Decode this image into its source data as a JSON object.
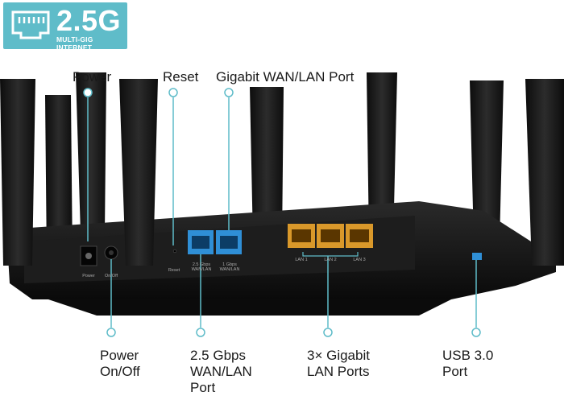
{
  "badge": {
    "value": "2.5G",
    "caption": "MULTI-GIG INTERNET",
    "icon": "ethernet-port-icon"
  },
  "callouts": {
    "top": {
      "power": "Power",
      "reset": "Reset",
      "wan_lan": "Gigabit WAN/LAN Port"
    },
    "bottom": {
      "power_switch": [
        "Power",
        "On/Off"
      ],
      "wan_25": [
        "2.5 Gbps",
        "WAN/LAN",
        "Port"
      ],
      "lan": [
        "3× Gigabit",
        "LAN Ports"
      ],
      "usb": [
        "USB 3.0",
        "Port"
      ]
    }
  },
  "device_labels": {
    "power": "Power",
    "onoff": "On/Off",
    "reset": "Reset",
    "wan25": [
      "2.5 Gbps",
      "WAN/LAN"
    ],
    "wan1g": [
      "1 Gbps",
      "WAN/LAN"
    ],
    "lan1": "LAN 1",
    "lan2": "LAN 2",
    "lan3": "LAN 3"
  },
  "colors": {
    "accent": "#5fbcc9",
    "wan_port": "#2f8fd6",
    "lan_port": "#d9982a",
    "body": "#141414"
  }
}
